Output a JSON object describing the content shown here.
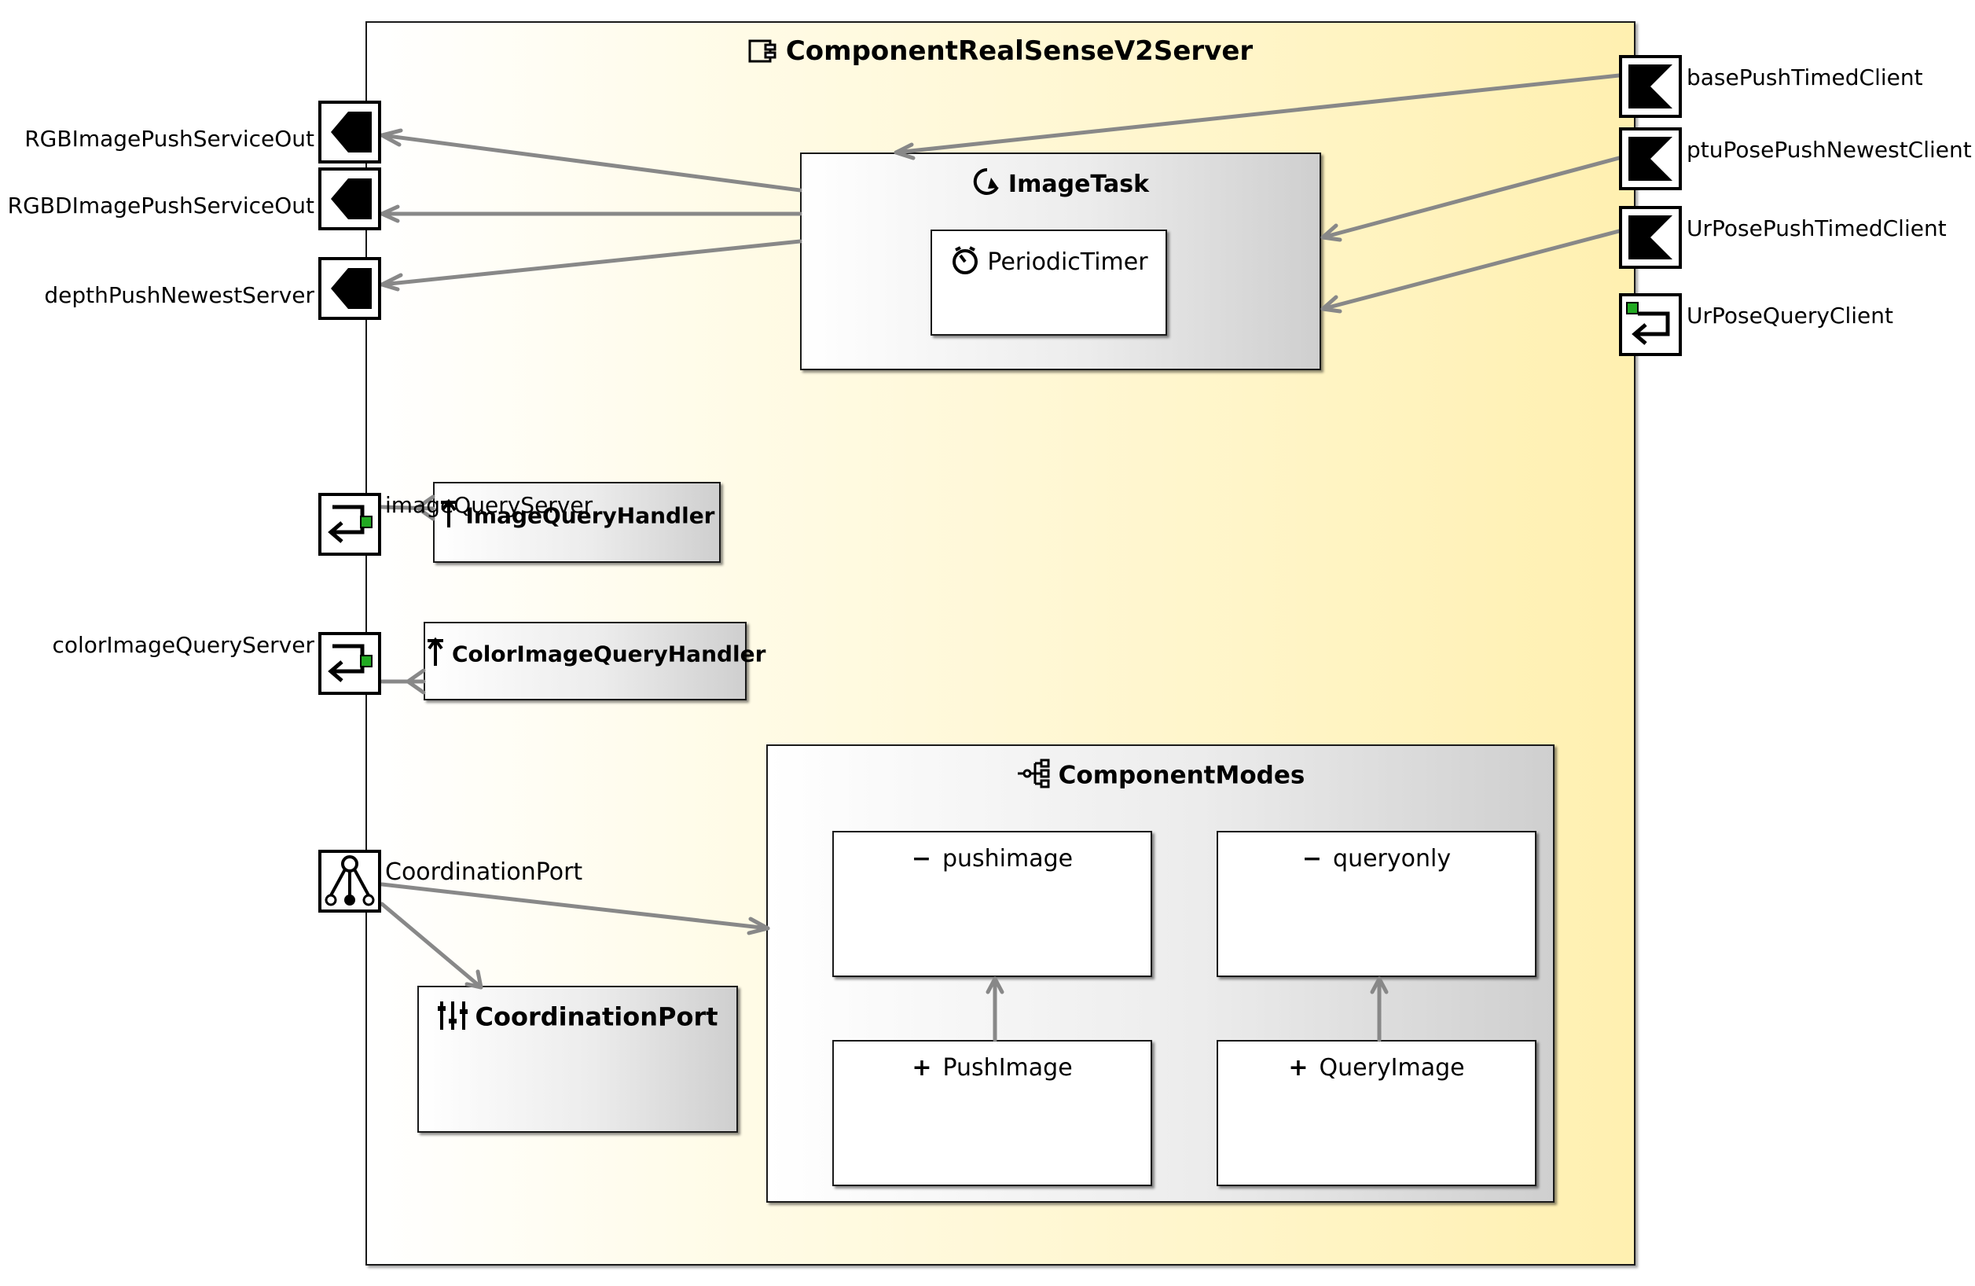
{
  "component": {
    "title": "ComponentRealSenseV2Server",
    "icon": "component-icon"
  },
  "ports_left": [
    {
      "label": "RGBImagePushServiceOut",
      "icon": "push-server-port-icon"
    },
    {
      "label": "RGBDImagePushServiceOut",
      "icon": "push-server-port-icon"
    },
    {
      "label": "depthPushNewestServer",
      "icon": "push-server-port-icon"
    },
    {
      "label": "imageQueryServer",
      "icon": "query-server-port-icon"
    },
    {
      "label": "colorImageQueryServer",
      "icon": "query-server-port-icon"
    },
    {
      "label": "CoordinationPort",
      "icon": "coordination-port-icon"
    }
  ],
  "ports_right": [
    {
      "label": "basePushTimedClient",
      "icon": "push-client-port-icon"
    },
    {
      "label": "ptuPosePushNewestClient",
      "icon": "push-client-port-icon"
    },
    {
      "label": "UrPosePushTimedClient",
      "icon": "push-client-port-icon"
    },
    {
      "label": "UrPoseQueryClient",
      "icon": "query-client-port-icon"
    }
  ],
  "image_task": {
    "title": "ImageTask",
    "icon": "task-icon",
    "timer": {
      "label": "PeriodicTimer",
      "icon": "timer-icon"
    }
  },
  "handlers": [
    {
      "label": "ImageQueryHandler",
      "icon": "handler-icon"
    },
    {
      "label": "ColorImageQueryHandler",
      "icon": "handler-icon"
    }
  ],
  "coordination_box": {
    "label": "CoordinationPort",
    "icon": "coordination-sliders-icon"
  },
  "component_modes": {
    "title": "ComponentModes",
    "icon": "modes-tree-icon",
    "modes": [
      {
        "sign": "−",
        "label": "pushimage"
      },
      {
        "sign": "−",
        "label": "queryonly"
      },
      {
        "sign": "+",
        "label": "PushImage"
      },
      {
        "sign": "+",
        "label": "QueryImage"
      }
    ]
  },
  "colors": {
    "component_fill_end": "#fff0b0",
    "wire": "#888888",
    "query_port_accent": "#22aa22"
  }
}
